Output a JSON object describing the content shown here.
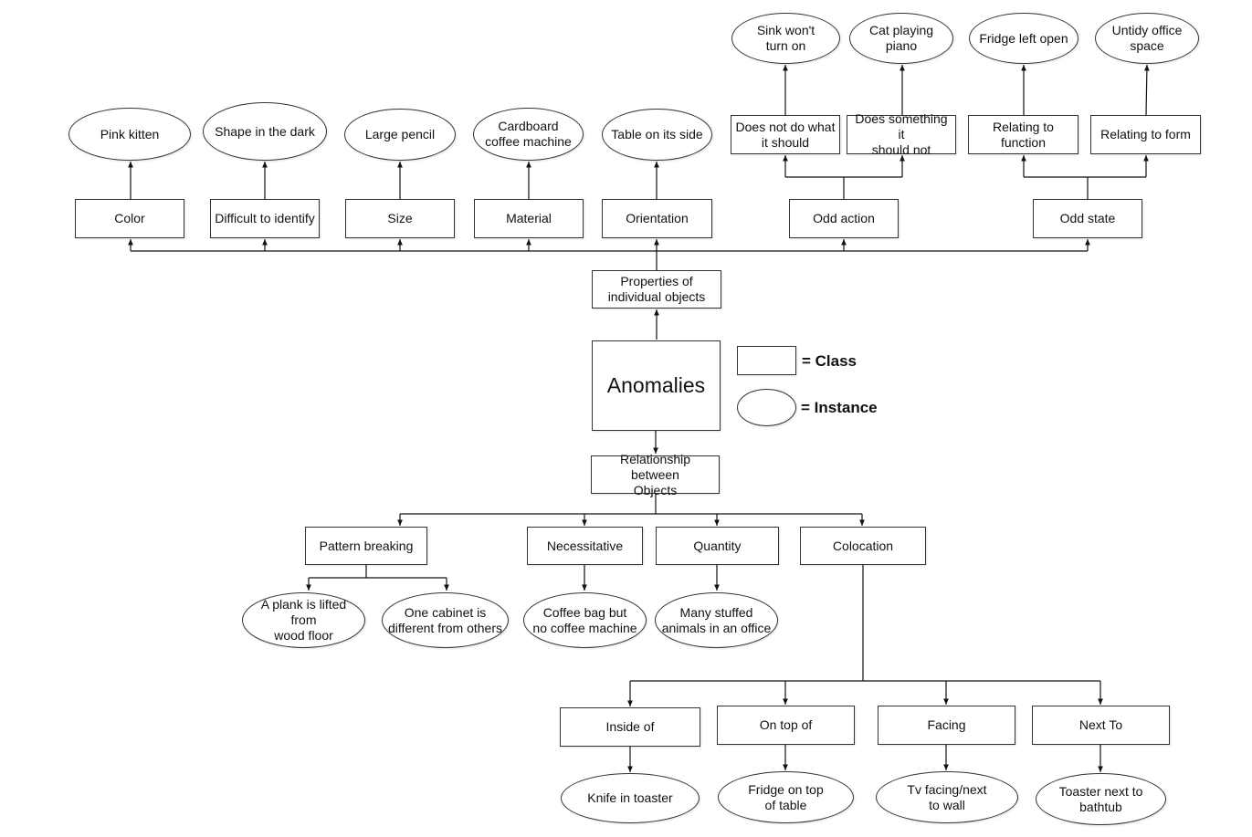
{
  "root": {
    "label": "Anomalies"
  },
  "properties": {
    "label": "Properties of\nindividual objects",
    "classes": {
      "color": {
        "label": "Color",
        "instance": "Pink kitten"
      },
      "difficult": {
        "label": "Difficult to identify",
        "instance": "Shape in the dark"
      },
      "size": {
        "label": "Size",
        "instance": "Large pencil"
      },
      "material": {
        "label": "Material",
        "instance": "Cardboard\ncoffee machine"
      },
      "orientation": {
        "label": "Orientation",
        "instance": "Table on its side"
      },
      "odd_action": {
        "label": "Odd action",
        "sub": [
          {
            "label": "Does not do what\nit should",
            "instance": "Sink won't\nturn on"
          },
          {
            "label": "Does something it\nshould not",
            "instance": "Cat playing\npiano"
          }
        ]
      },
      "odd_state": {
        "label": "Odd state",
        "sub": [
          {
            "label": "Relating to\nfunction",
            "instance": "Fridge left open"
          },
          {
            "label": "Relating to form",
            "instance": "Untidy office\nspace"
          }
        ]
      }
    }
  },
  "relationship": {
    "label": "Relationship between\nObjects",
    "pattern": {
      "label": "Pattern breaking",
      "instances": [
        "A plank is lifted from\nwood floor",
        "One cabinet is\ndifferent from others"
      ]
    },
    "necessitative": {
      "label": "Necessitative",
      "instance": "Coffee bag but\nno coffee machine"
    },
    "quantity": {
      "label": "Quantity",
      "instance": "Many stuffed\nanimals in an office"
    },
    "colocation": {
      "label": "Colocation",
      "sub": [
        {
          "label": "Inside of",
          "instance": "Knife in toaster"
        },
        {
          "label": "On top of",
          "instance": "Fridge on top\nof table"
        },
        {
          "label": "Facing",
          "instance": "Tv facing/next\nto wall"
        },
        {
          "label": "Next To",
          "instance": "Toaster next to\nbathtub"
        }
      ]
    }
  },
  "legend": {
    "class_label": "= Class",
    "instance_label": "= Instance"
  }
}
